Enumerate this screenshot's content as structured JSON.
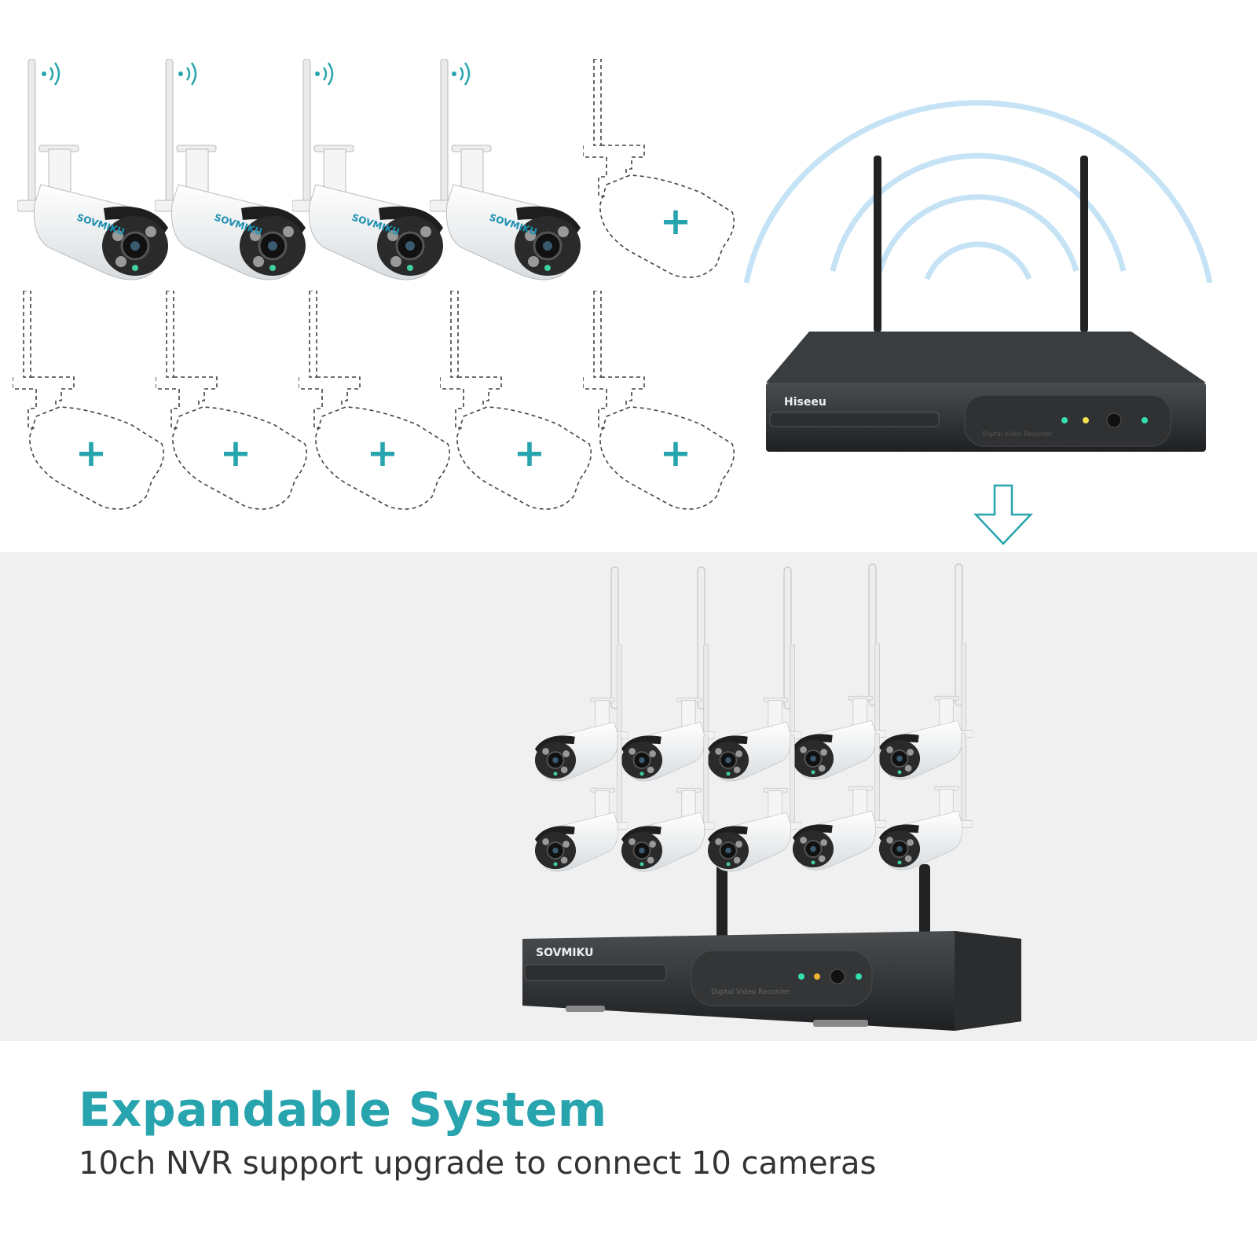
{
  "camera_brand": "SOVMIKU",
  "nvr_top": {
    "brand": "Hiseeu",
    "label": "Digital Video Recorder"
  },
  "nvr_bottom": {
    "brand": "SOVMIKU",
    "label": "Digital Video Recorder"
  },
  "add_symbol": "+",
  "caption": {
    "title": "Expandable System",
    "subtitle": "10ch NVR support upgrade to connect 10 cameras"
  },
  "colors": {
    "accent": "#27a4ae",
    "wifi": "#bfe0f5",
    "text": "#333333",
    "band": "#f0f0f0"
  }
}
